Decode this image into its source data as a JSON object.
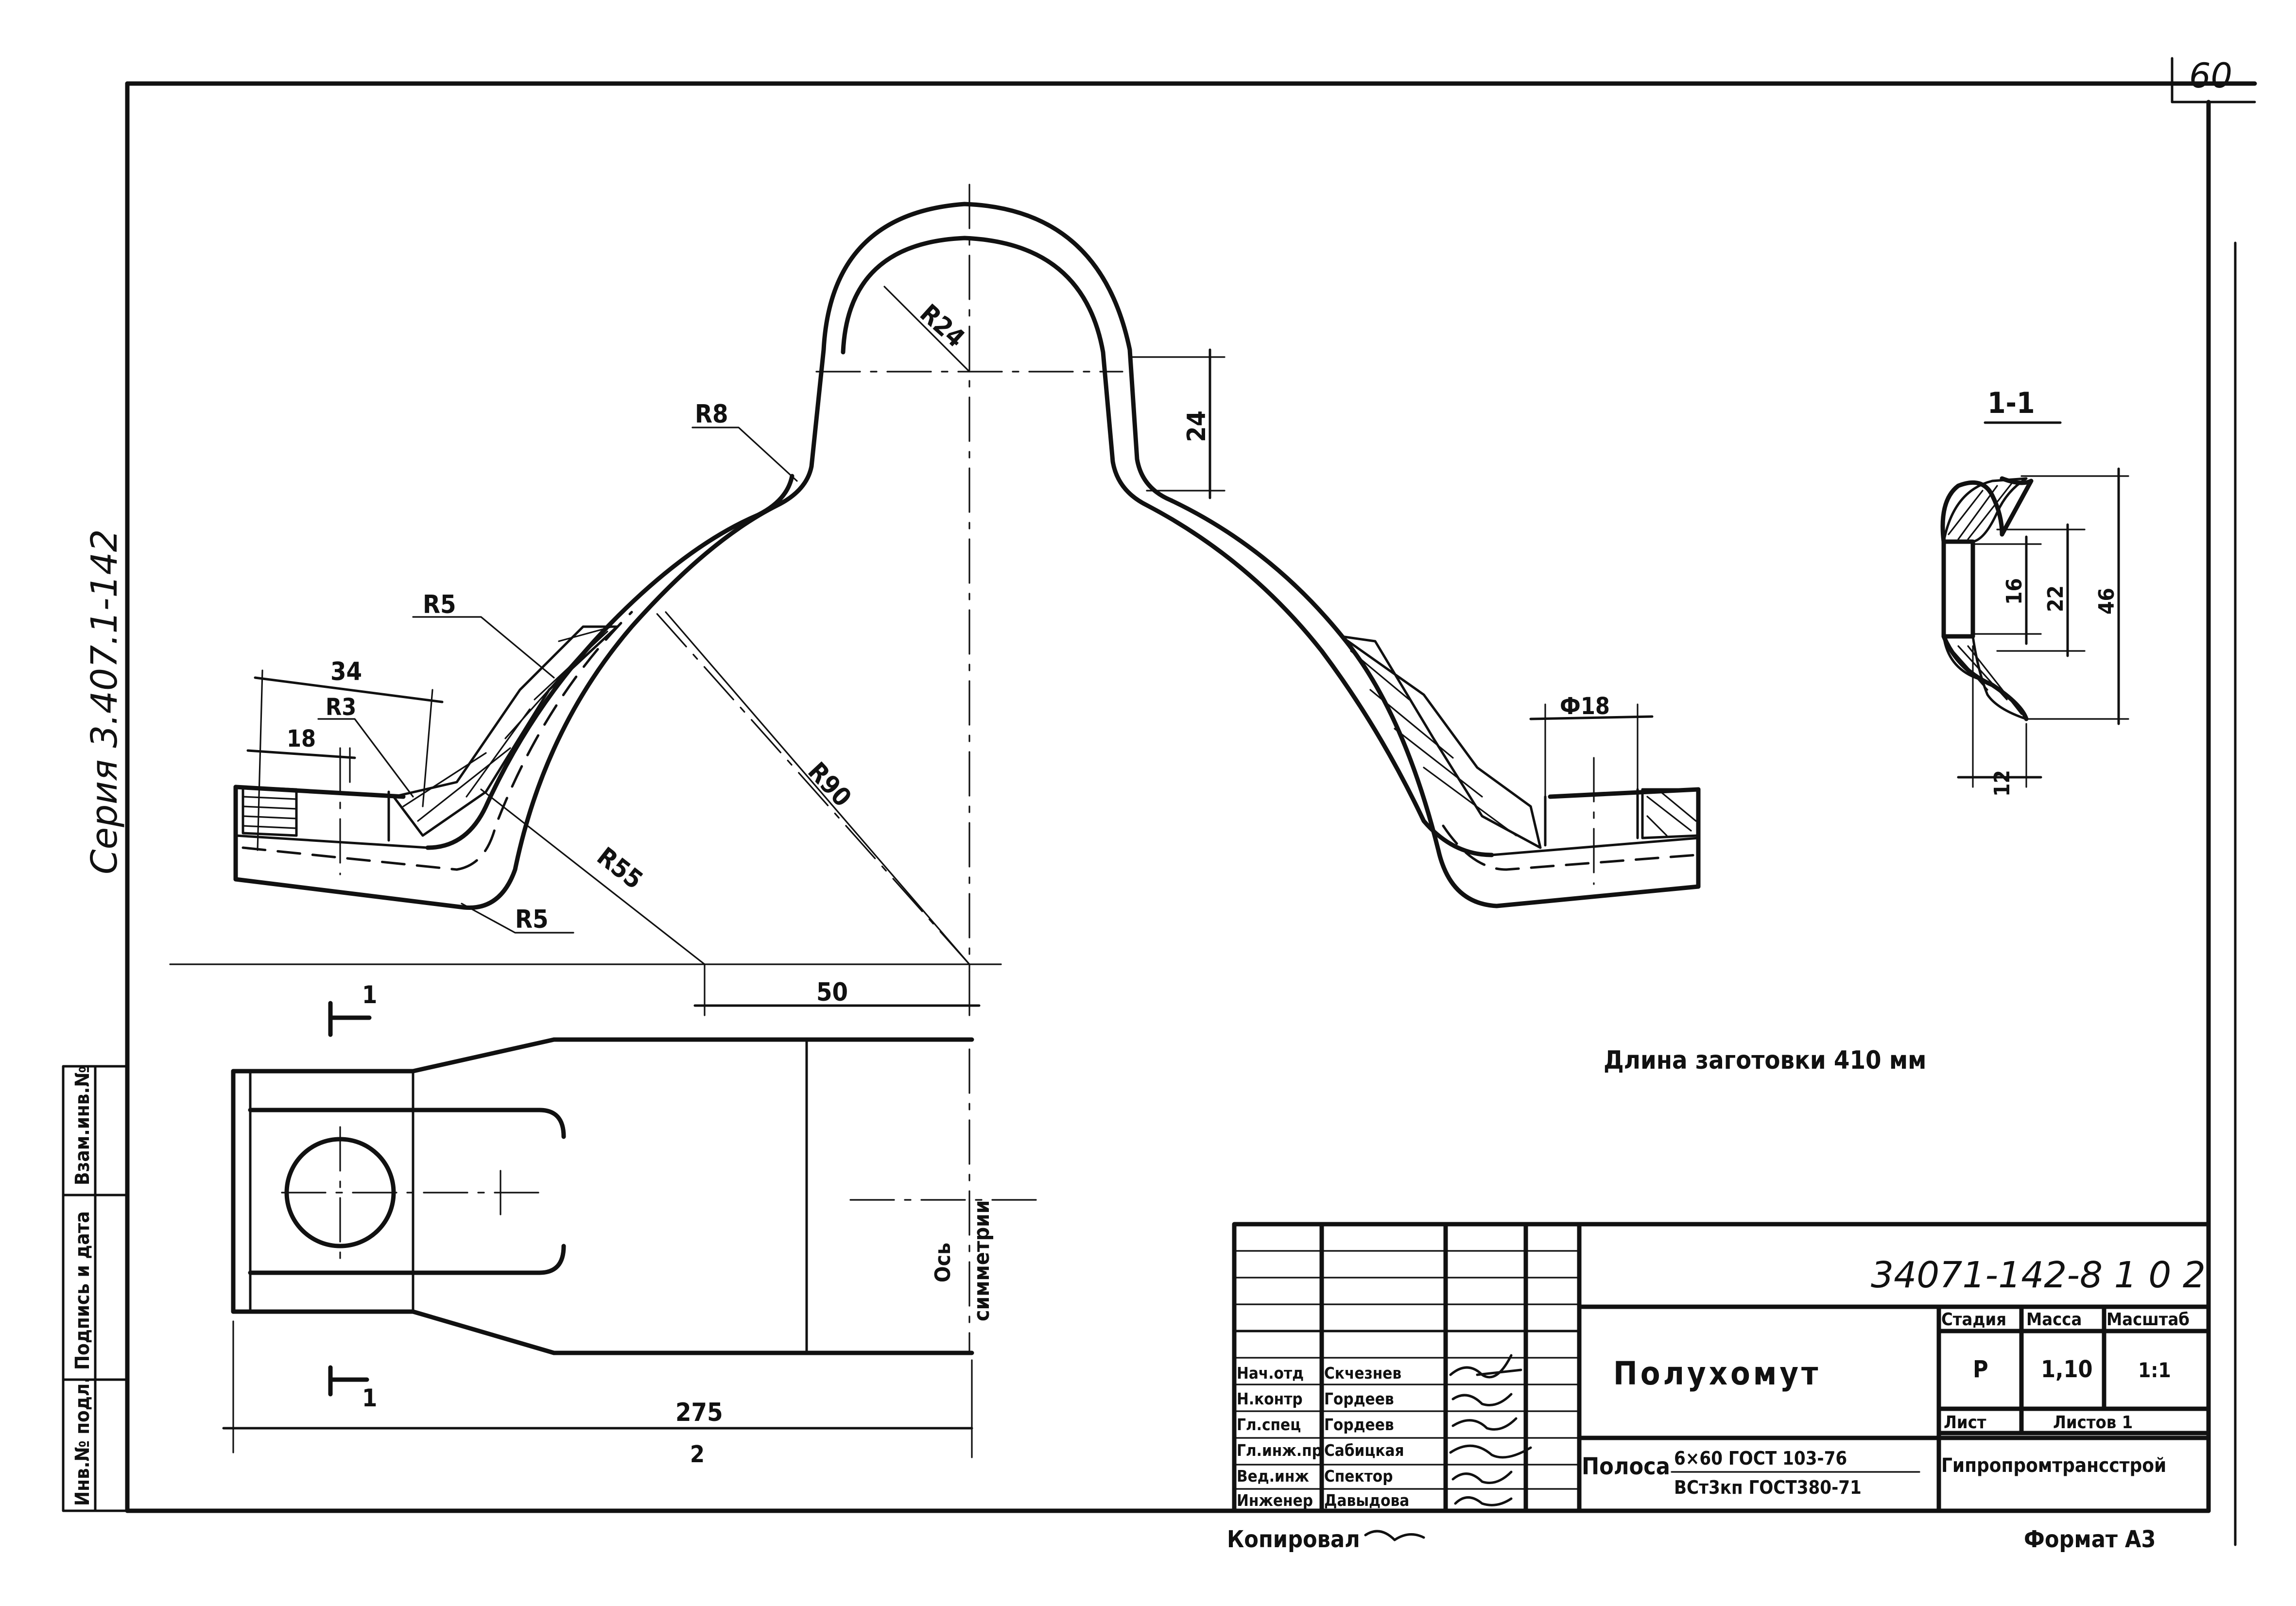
{
  "sheet_number": "60",
  "series_label": "Серия  3.407.1-142",
  "title_block": {
    "designation": "34071-142-8 1 0 2",
    "part_name": "Полухомут",
    "stage_header": "Стадия",
    "mass_header": "Масса",
    "scale_header": "Масштаб",
    "stage_value": "Р",
    "mass_value": "1,10",
    "scale_value": "1:1",
    "sheet_label": "Лист",
    "sheets_label": "Листов 1",
    "organization": "Гипропромтрансстрой",
    "material_label": "Полоса",
    "material_top": "6×60 ГОСТ 103-76",
    "material_bottom": "ВСт3кп ГОСТ380-71",
    "copied_label": "Копировал",
    "format_label": "Формат А3",
    "staff": [
      {
        "role": "Нач.отд",
        "name": "Скчезнев"
      },
      {
        "role": "Н.контр",
        "name": "Гордеев"
      },
      {
        "role": "Гл.спец",
        "name": "Гордеев"
      },
      {
        "role": "Гл.инж.пр",
        "name": "Сабицкая"
      },
      {
        "role": "Вед.инж",
        "name": "Спектор"
      },
      {
        "role": "Инженер",
        "name": "Давыдова"
      }
    ]
  },
  "left_stamp": [
    "Инв.№ подл.",
    "Подпись и дата",
    "Взам.инв.№"
  ],
  "notes": {
    "blank_length": "Длина заготовки 410 мм",
    "symmetry_axis_1": "Ось",
    "symmetry_axis_2": "симметрии"
  },
  "dimensions": {
    "r24": "R24",
    "r8": "R8",
    "h24": "24",
    "r5_upper": "R5",
    "r3": "R3",
    "w34": "34",
    "w18": "18",
    "r90": "R90",
    "r55": "R55",
    "r5_lower": "R5",
    "w50": "50",
    "d18": "Ф18",
    "len275": "275",
    "len_note": "2",
    "section_label": "1-1",
    "s16": "16",
    "s22": "22",
    "s46": "46",
    "s12": "12",
    "cut_mark": "1"
  }
}
